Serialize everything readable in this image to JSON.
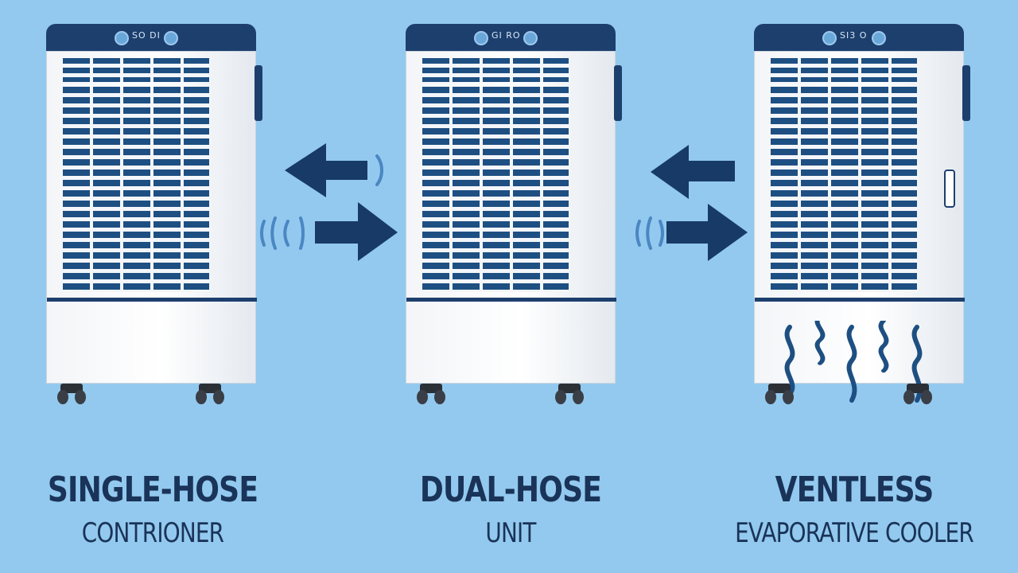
{
  "units": [
    {
      "control_text": "SO DI",
      "title": "SINGLE-HOSE",
      "subtitle": "CONTRIONER"
    },
    {
      "control_text": "GI RO",
      "title": "DUAL-HOSE",
      "subtitle": "UNIT"
    },
    {
      "control_text": "SI3 O",
      "title": "VENTLESS",
      "subtitle": "EVAPORATIVE COOLER"
    }
  ],
  "icons": {
    "airflow_left": "arrow-left-icon",
    "airflow_right": "arrow-right-icon",
    "air_waves": "air-waves-icon",
    "mist_waves": "mist-wave-icon"
  },
  "colors": {
    "background": "#93c9ee",
    "navy": "#1d3f6e",
    "grille": "#1e4f82",
    "body": "#ffffff",
    "text": "#1a3358"
  }
}
